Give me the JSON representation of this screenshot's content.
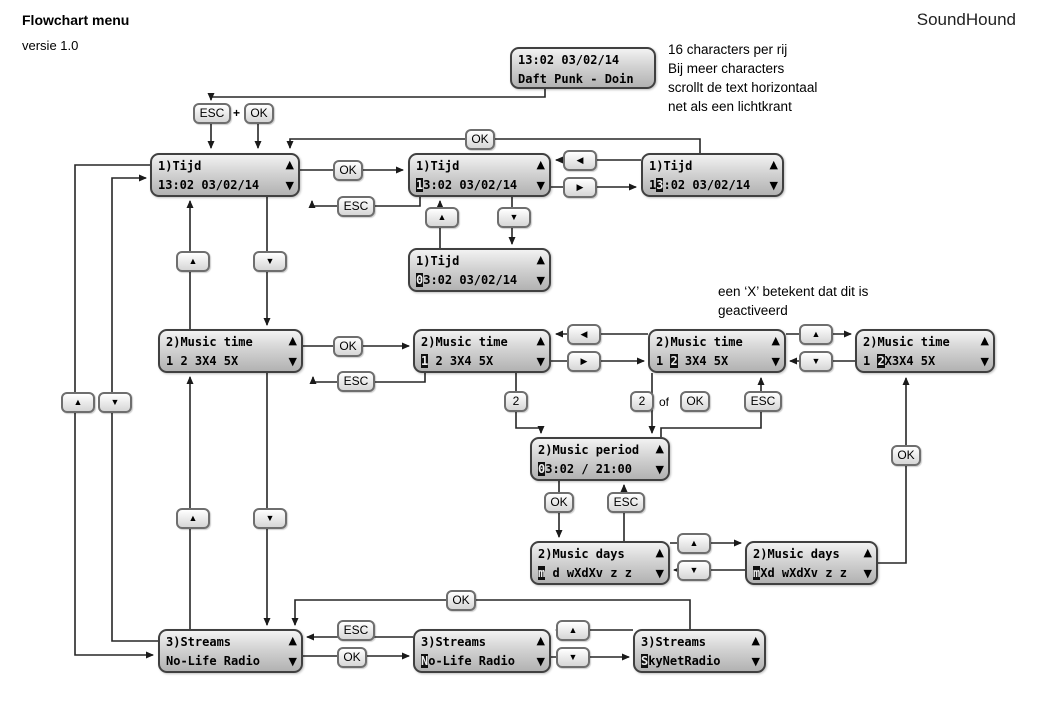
{
  "header": {
    "title": "Flowchart menu",
    "version": "versie 1.0",
    "brand": "SoundHound"
  },
  "notes": {
    "scroll": [
      "16 characters per rij",
      "Bij meer characters",
      "scrollt de text horizontaal",
      "net als een lichtkrant"
    ],
    "activated": [
      "een ‘X’ betekent dat dit is",
      "geactiveerd"
    ]
  },
  "labels": {
    "ok": "OK",
    "esc": "ESC",
    "plus": "+",
    "of": "of",
    "two": "2",
    "up": "▲",
    "down": "▼",
    "left": "◀",
    "right": "▶"
  },
  "lcd": {
    "now_playing": {
      "line1": "13:02 03/02/14",
      "pre": "Daft Punk - Doin",
      "cur": "",
      "post": ""
    },
    "tijd_main": {
      "line1": "1)Tijd",
      "pre": "13:02 03/02/14",
      "cur": "",
      "post": ""
    },
    "tijd_edit_char1": {
      "line1": "1)Tijd",
      "pre": "",
      "cur": "1",
      "post": "3:02 03/02/14"
    },
    "tijd_edit_char2": {
      "line1": "1)Tijd",
      "pre": "1",
      "cur": "3",
      "post": ":02 03/02/14"
    },
    "tijd_value_changed": {
      "line1": "1)Tijd",
      "pre": "",
      "cur": "0",
      "post": "3:02 03/02/14"
    },
    "music_main": {
      "line1": "2)Music time",
      "pre": "1 2 3X4 5X",
      "cur": "",
      "post": ""
    },
    "music_edit_day1": {
      "line1": "2)Music time",
      "pre": "",
      "cur": "1",
      "post": " 2 3X4 5X"
    },
    "music_edit_day2": {
      "line1": "2)Music time",
      "pre": "1 ",
      "cur": "2",
      "post": " 3X4 5X"
    },
    "music_day2_activated": {
      "line1": "2)Music time",
      "pre": "1 ",
      "cur": "2",
      "post": "X3X4 5X"
    },
    "music_period": {
      "line1": "2)Music period",
      "pre": "",
      "cur": "0",
      "post": "3:02 / 21:00"
    },
    "music_days": {
      "line1": "2)Music days",
      "pre": "",
      "cur": "m",
      "post": " d wXdXv z z"
    },
    "music_days_activated": {
      "line1": "2)Music days",
      "pre": "",
      "cur": "m",
      "post": "Xd wXdXv z z"
    },
    "streams_main": {
      "line1": "3)Streams",
      "pre": "No-Life Radio",
      "cur": "",
      "post": ""
    },
    "streams_edit": {
      "line1": "3)Streams",
      "pre": "",
      "cur": "N",
      "post": "o-Life Radio"
    },
    "streams_next": {
      "line1": "3)Streams",
      "pre": "",
      "cur": "S",
      "post": "kyNetRadio"
    }
  }
}
